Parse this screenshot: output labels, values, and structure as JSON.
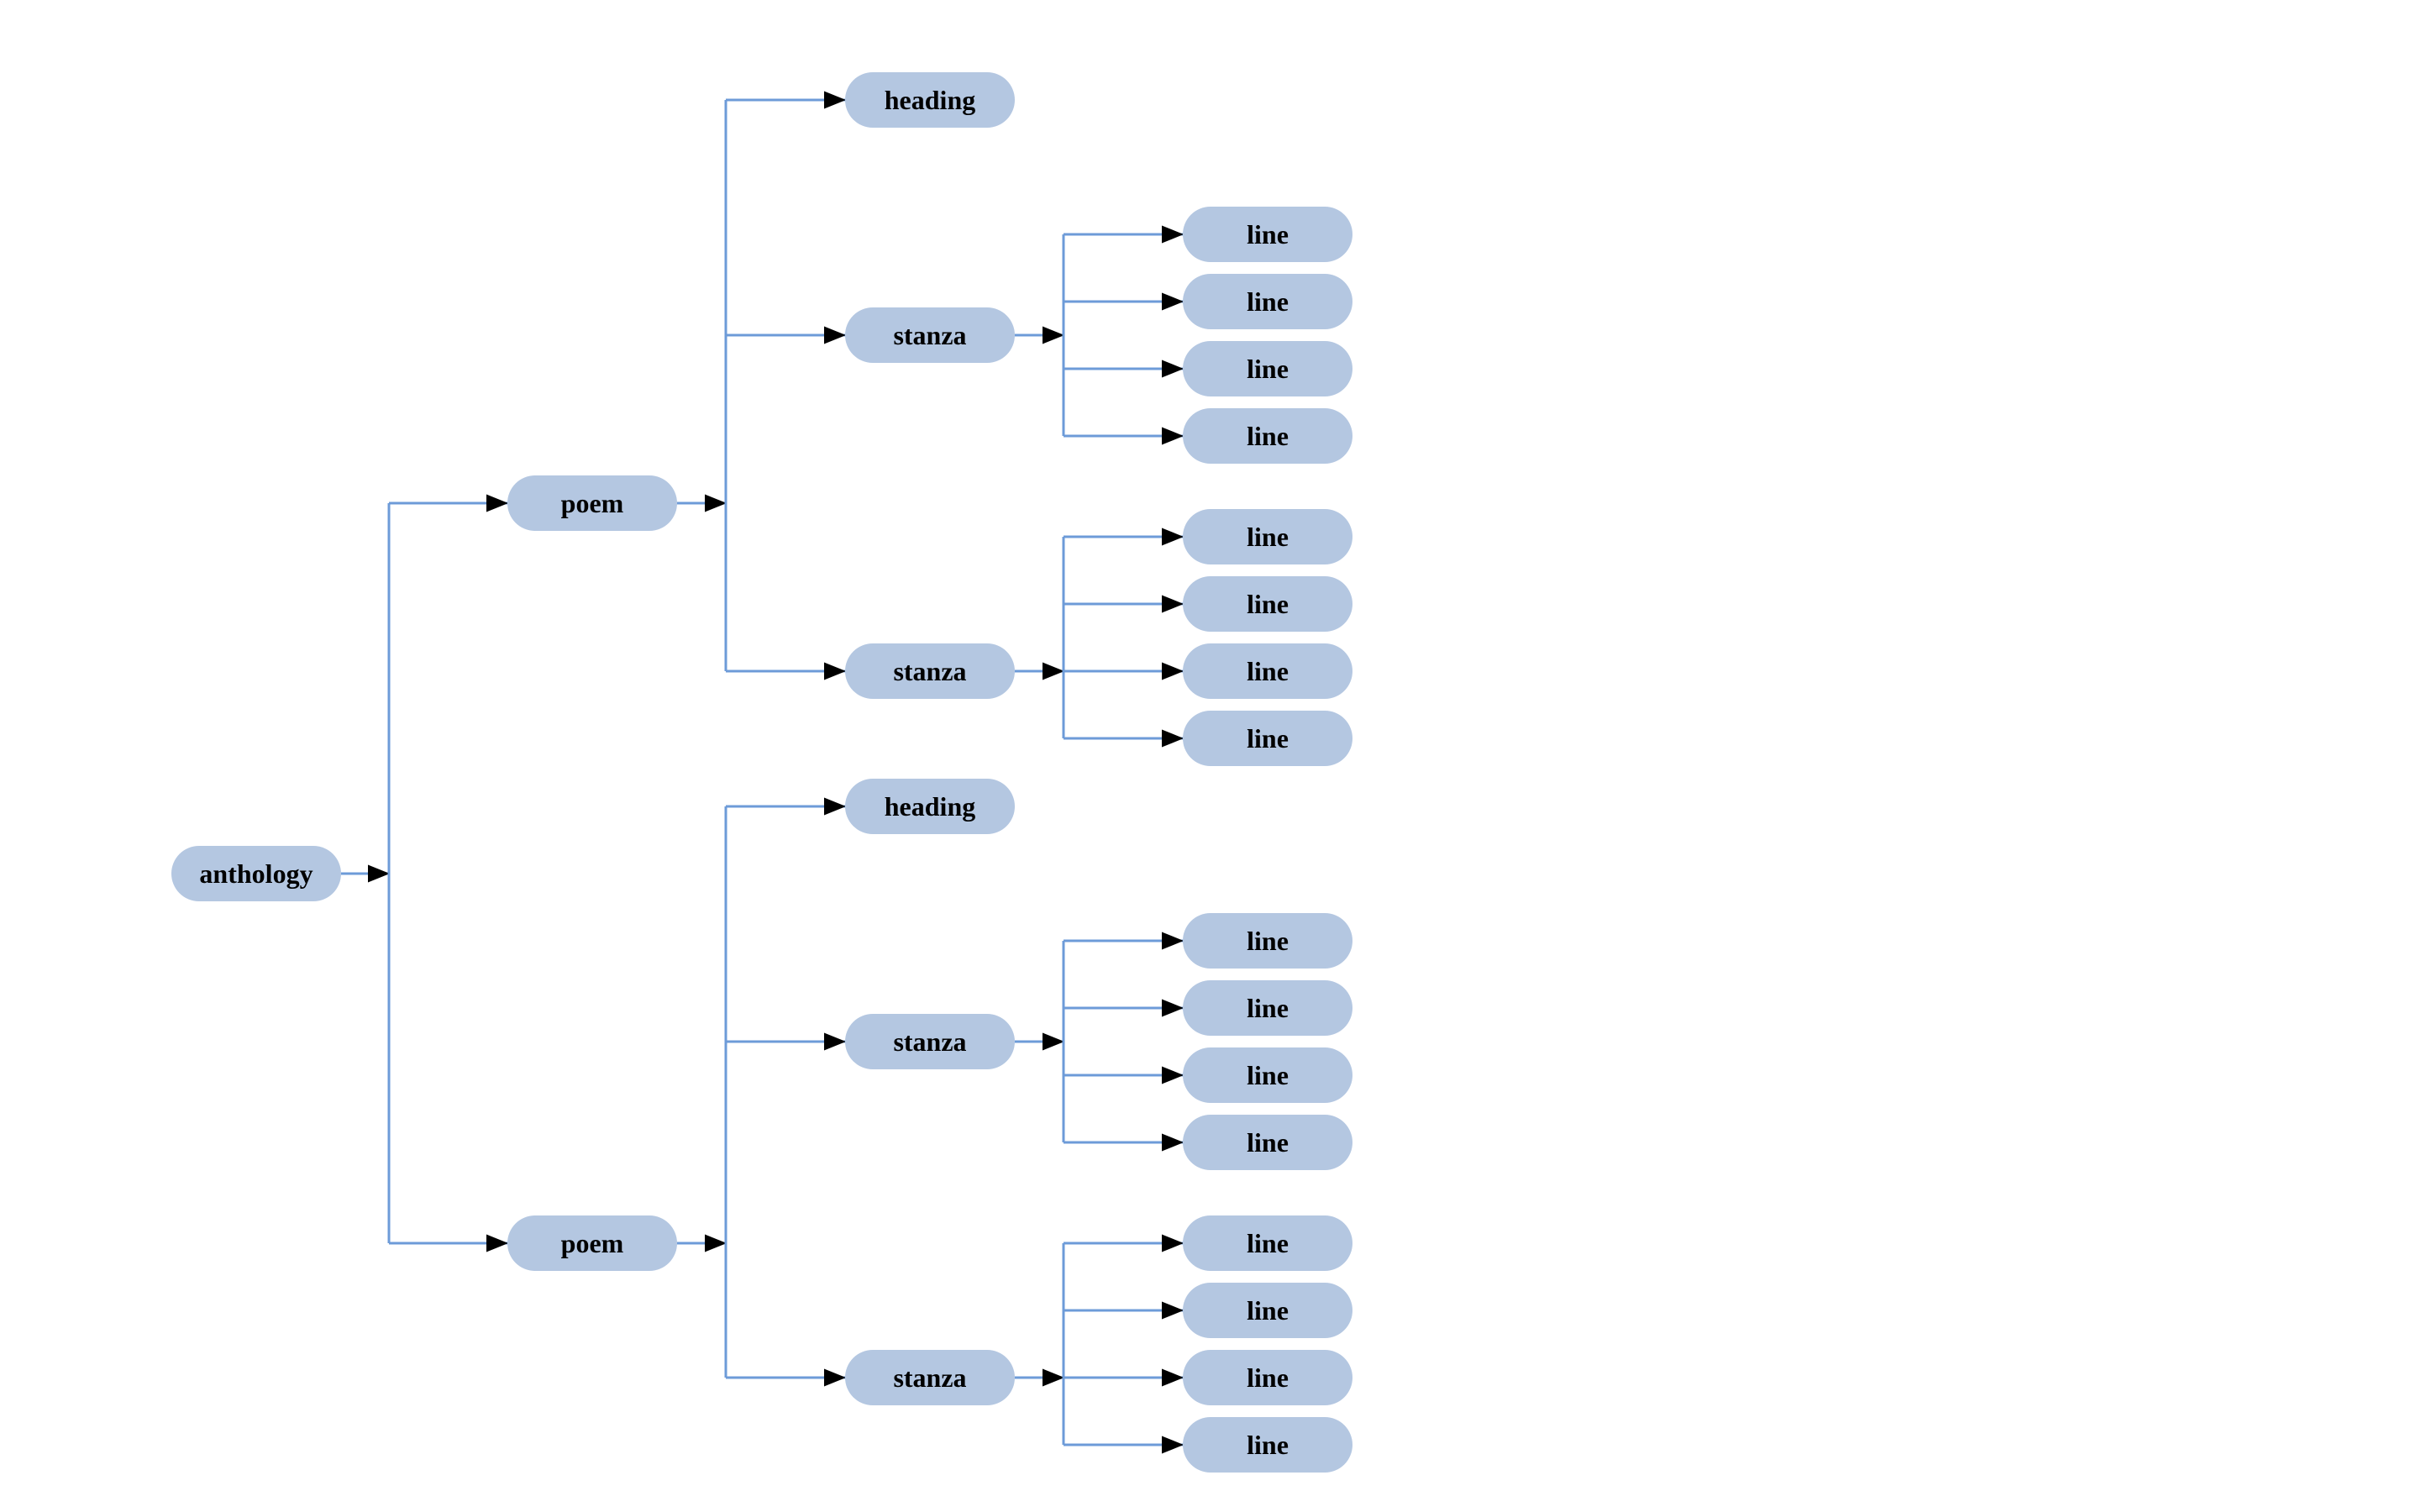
{
  "diagram": {
    "type": "tree",
    "orientation": "left-to-right",
    "colors": {
      "background": "#ffffff",
      "node_fill": "#b4c7e1",
      "node_text": "#000000",
      "edge_line": "#6d9bd8",
      "arrowhead": "#000000"
    },
    "hierarchy": {
      "label": "anthology",
      "children": [
        {
          "label": "poem",
          "children": [
            {
              "label": "heading",
              "children": []
            },
            {
              "label": "stanza",
              "children": [
                {
                  "label": "line"
                },
                {
                  "label": "line"
                },
                {
                  "label": "line"
                },
                {
                  "label": "line"
                }
              ]
            },
            {
              "label": "stanza",
              "children": [
                {
                  "label": "line"
                },
                {
                  "label": "line"
                },
                {
                  "label": "line"
                },
                {
                  "label": "line"
                }
              ]
            }
          ]
        },
        {
          "label": "poem",
          "children": [
            {
              "label": "heading",
              "children": []
            },
            {
              "label": "stanza",
              "children": [
                {
                  "label": "line"
                },
                {
                  "label": "line"
                },
                {
                  "label": "line"
                },
                {
                  "label": "line"
                }
              ]
            },
            {
              "label": "stanza",
              "children": [
                {
                  "label": "line"
                },
                {
                  "label": "line"
                },
                {
                  "label": "line"
                },
                {
                  "label": "line"
                }
              ]
            }
          ]
        }
      ]
    },
    "nodes": [
      {
        "id": "anthology",
        "label": "anthology"
      },
      {
        "id": "poem-1",
        "label": "poem"
      },
      {
        "id": "heading-1",
        "label": "heading"
      },
      {
        "id": "stanza-1",
        "label": "stanza"
      },
      {
        "id": "line-1",
        "label": "line"
      },
      {
        "id": "line-2",
        "label": "line"
      },
      {
        "id": "line-3",
        "label": "line"
      },
      {
        "id": "line-4",
        "label": "line"
      },
      {
        "id": "stanza-2",
        "label": "stanza"
      },
      {
        "id": "line-5",
        "label": "line"
      },
      {
        "id": "line-6",
        "label": "line"
      },
      {
        "id": "line-7",
        "label": "line"
      },
      {
        "id": "line-8",
        "label": "line"
      },
      {
        "id": "poem-2",
        "label": "poem"
      },
      {
        "id": "heading-2",
        "label": "heading"
      },
      {
        "id": "stanza-3",
        "label": "stanza"
      },
      {
        "id": "line-9",
        "label": "line"
      },
      {
        "id": "line-10",
        "label": "line"
      },
      {
        "id": "line-11",
        "label": "line"
      },
      {
        "id": "line-12",
        "label": "line"
      },
      {
        "id": "stanza-4",
        "label": "stanza"
      },
      {
        "id": "line-13",
        "label": "line"
      },
      {
        "id": "line-14",
        "label": "line"
      },
      {
        "id": "line-15",
        "label": "line"
      },
      {
        "id": "line-16",
        "label": "line"
      }
    ]
  }
}
